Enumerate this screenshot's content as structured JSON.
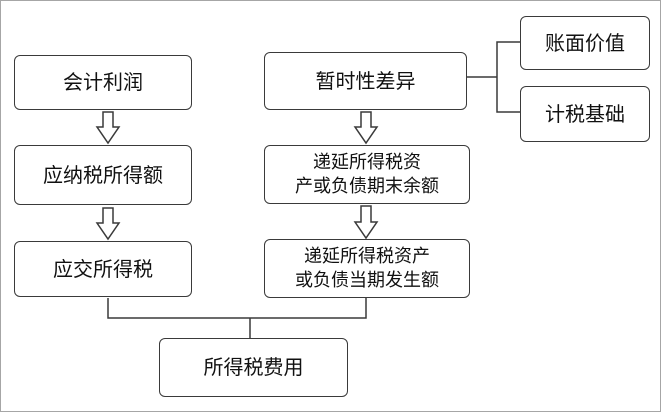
{
  "nodes": {
    "accounting_profit": "会计利润",
    "taxable_income": "应纳税所得额",
    "income_tax_payable": "应交所得税",
    "temporary_difference": "暂时性差异",
    "carrying_amount": "账面价值",
    "tax_base": "计税基础",
    "deferred_ending_line1": "递延所得税资",
    "deferred_ending_line2": "产或负债期末余额",
    "deferred_change_line1": "递延所得税资产",
    "deferred_change_line2": "或负债当期发生额",
    "income_tax_expense": "所得税费用"
  }
}
